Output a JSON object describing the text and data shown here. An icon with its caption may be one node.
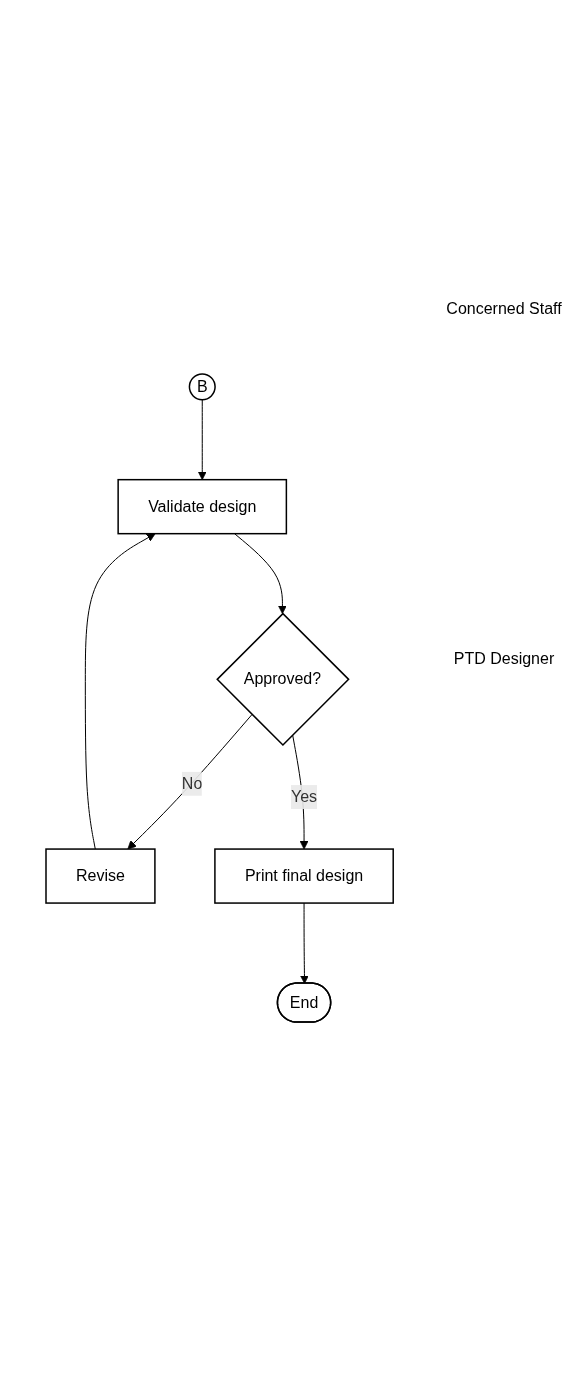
{
  "diagram": {
    "nodes": [
      {
        "text": [
          "B"
        ]
      },
      {
        "text": [
          "Validate design"
        ]
      },
      {
        "text": [
          "Approved?"
        ]
      },
      {
        "text": [
          "Revise"
        ]
      },
      {
        "text": [
          "Print final design"
        ]
      },
      {
        "text": [
          "End"
        ]
      }
    ],
    "edges": [
      {
        "from": 0,
        "to": 1,
        "arrow": "to"
      },
      {
        "from": 1,
        "to": 2,
        "arrow": "to"
      },
      {
        "from": 2,
        "to": 3,
        "arrow": "to",
        "label": "No"
      },
      {
        "from": 3,
        "to": 1,
        "arrow": "to"
      },
      {
        "from": 2,
        "to": 4,
        "arrow": "to",
        "label": "Yes"
      },
      {
        "from": 4,
        "to": 5,
        "arrow": "to"
      }
    ],
    "labels": [
      "Concerned Staff",
      "PTD Designer"
    ]
  }
}
